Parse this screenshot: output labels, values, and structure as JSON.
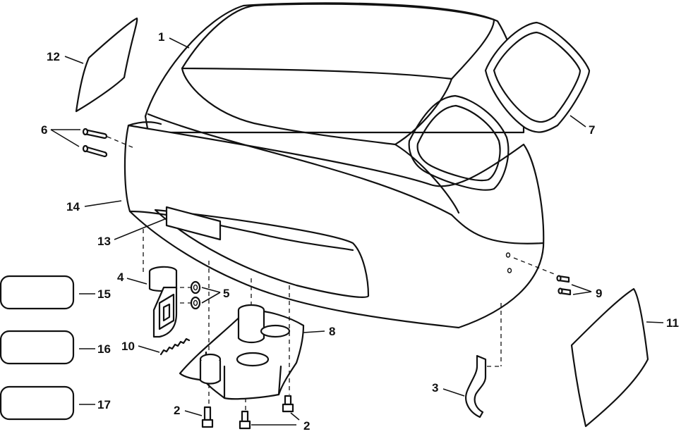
{
  "callouts": {
    "c1": "1",
    "c2a": "2",
    "c2b": "2",
    "c3": "3",
    "c4": "4",
    "c5": "5",
    "c6": "6",
    "c7": "7",
    "c8": "8",
    "c9": "9",
    "c10": "10",
    "c11": "11",
    "c12": "12",
    "c13": "13",
    "c14": "14",
    "c15": "15",
    "c16": "16",
    "c17": "17"
  }
}
